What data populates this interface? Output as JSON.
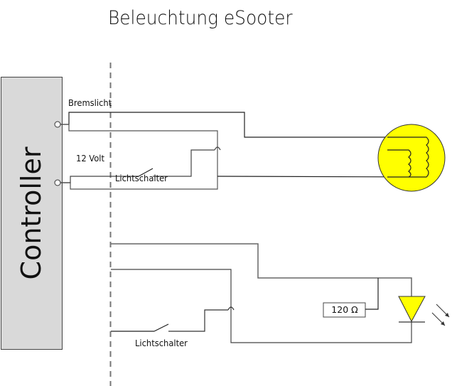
{
  "title": "Beleuchtung eSooter",
  "controller": {
    "label": "Controller"
  },
  "labels": {
    "brake_light": "Bremslicht",
    "voltage": "12 Volt",
    "light_switch_1": "Lichtschalter",
    "light_switch_2": "Lichtschalter",
    "resistor": "120 Ω"
  },
  "colors": {
    "controller_fill": "#d9d9d9",
    "bulb_fill": "#ffff00",
    "led_fill": "#ffff00",
    "wire": "#222222",
    "wire_gray": "#666666",
    "separator": "#777777"
  },
  "icons": {
    "bulb": "lamp-with-filament-icon",
    "led": "led-diode-icon",
    "switch": "switch-icon",
    "resistor": "resistor-icon",
    "terminal": "terminal-circle-icon"
  }
}
